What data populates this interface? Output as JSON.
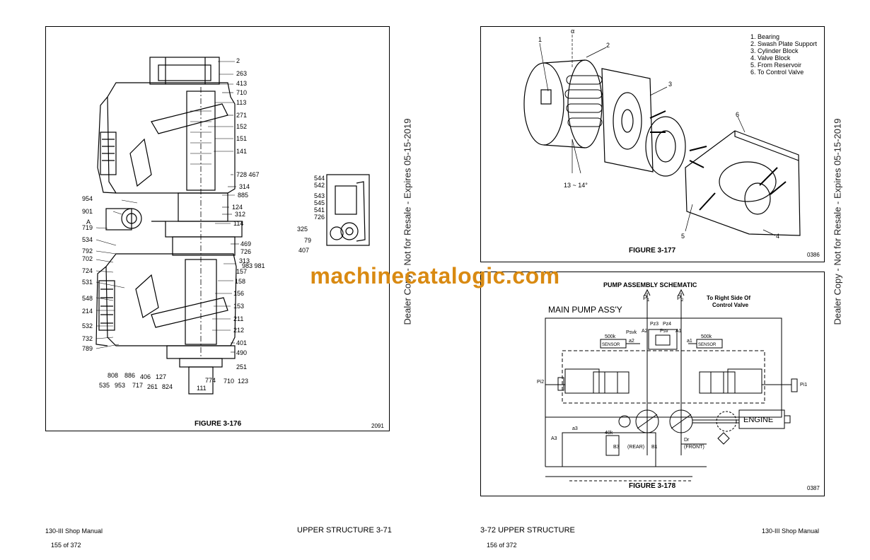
{
  "left_page": {
    "figure_176": {
      "caption": "FIGURE 3-176",
      "code": "2091",
      "callouts_right": [
        "2",
        "263",
        "413",
        "710",
        "113",
        "271",
        "152",
        "151",
        "141",
        "728 467",
        "314",
        "885",
        "124",
        "312",
        "114",
        "469",
        "726",
        "313",
        "983 981",
        "157",
        "158",
        "156",
        "153",
        "211",
        "212",
        "401",
        "490",
        "251"
      ],
      "callouts_left": [
        "954",
        "901",
        "A",
        "719",
        "534",
        "792",
        "702",
        "724",
        "531",
        "548",
        "214",
        "532",
        "732",
        "789"
      ],
      "callouts_bottom_row1": [
        "808",
        "886",
        "406",
        "127"
      ],
      "callouts_bottom_row2": [
        "535",
        "953",
        "717",
        "261",
        "824"
      ],
      "callouts_bottom_right": [
        "774",
        "710",
        "123",
        "111"
      ],
      "callouts_inset": [
        "544",
        "542",
        "543",
        "545",
        "541",
        "726",
        "325",
        "79",
        "407"
      ]
    },
    "footer": {
      "manual": "130-III Shop Manual",
      "section": "UPPER STRUCTURE   3-71",
      "page_count": "155 of 372"
    }
  },
  "right_page": {
    "figure_177": {
      "caption": "FIGURE 3-177",
      "code": "0386",
      "legend": [
        "1.  Bearing",
        "2.  Swash Plate Support",
        "3.  Cylinder Block",
        "4.  Valve Block",
        "5.  From Reservoir",
        "6.  To Control Valve"
      ],
      "callouts": [
        "1",
        "2",
        "3",
        "4",
        "5",
        "6",
        "α",
        "13 ~ 14°"
      ]
    },
    "figure_178": {
      "title": "PUMP ASSEMBLY SCHEMATIC",
      "caption": "FIGURE 3-178",
      "code": "0387",
      "labels": {
        "p1": "P",
        "p1_sub": "1",
        "p2": "P",
        "p2_sub": "2",
        "right_side": "To Right Side Of",
        "control_valve": "Control Valve",
        "main_pump": "MAIN PUMP ASS'Y",
        "psvk": "Psvk",
        "pz3": "Pz3",
        "pz4": "Pz4",
        "psv": "Psv",
        "a2_upper": "A2",
        "a1_upper": "A1",
        "k500_left": "500k",
        "k500_right": "500k",
        "sensor_left": "SENSOR",
        "sensor_right": "SENSOR",
        "a2_lower": "a2",
        "a1_lower": "a1",
        "pi2": "Pi2",
        "pi1": "Pi1",
        "a3_lower": "a3",
        "a3_upper": "A3",
        "k40": "40k",
        "b3": "B3",
        "rear": "(REAR)",
        "b1": "B1",
        "dr": "Dr",
        "front": "(FRONT)",
        "engine": "ENGINE"
      }
    },
    "footer": {
      "section": "3-72   UPPER STRUCTURE",
      "manual": "130-III Shop Manual",
      "page_count": "156 of 372"
    }
  },
  "watermark": "machinecatalogic.com",
  "side_notes": {
    "middle": "Dealer Copy - Not for Resale - Expires 05-15-2019",
    "right": "Dealer Copy - Not for Resale - Expires 05-15-2019"
  }
}
